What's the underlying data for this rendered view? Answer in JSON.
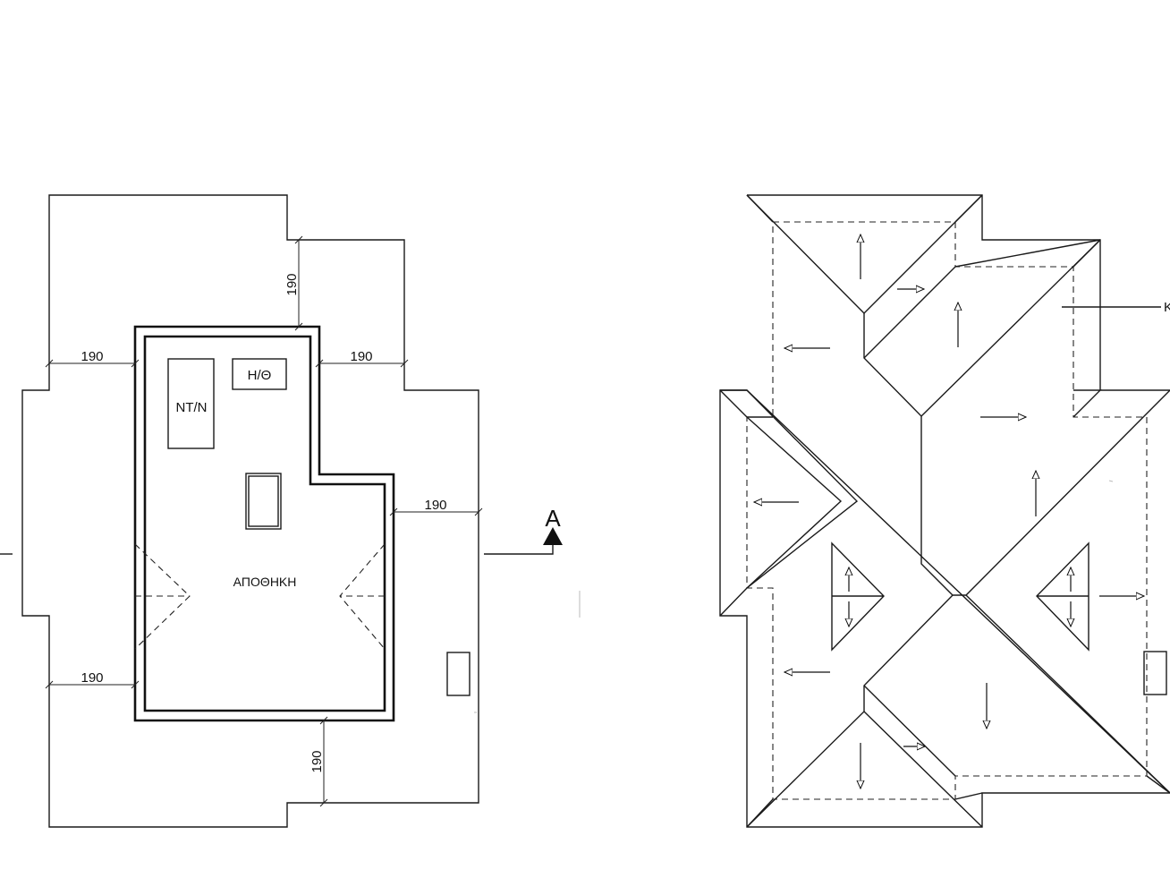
{
  "attic_plan": {
    "rooms": [
      {
        "name": "storage",
        "label": "ΑΠΟΘΗΚΗ"
      },
      {
        "name": "wc",
        "label": "NT/N"
      },
      {
        "name": "electric",
        "label": "H/Θ"
      }
    ],
    "dimensions": [
      {
        "name": "dim-top",
        "value": "190"
      },
      {
        "name": "dim-left-upper",
        "value": "190"
      },
      {
        "name": "dim-right-upper",
        "value": "190"
      },
      {
        "name": "dim-right-mid",
        "value": "190"
      },
      {
        "name": "dim-left-lower",
        "value": "190"
      },
      {
        "name": "dim-bottom",
        "value": "190"
      }
    ],
    "section_marker": {
      "label": "A"
    }
  },
  "roof_plan": {
    "edge_label": "K"
  }
}
